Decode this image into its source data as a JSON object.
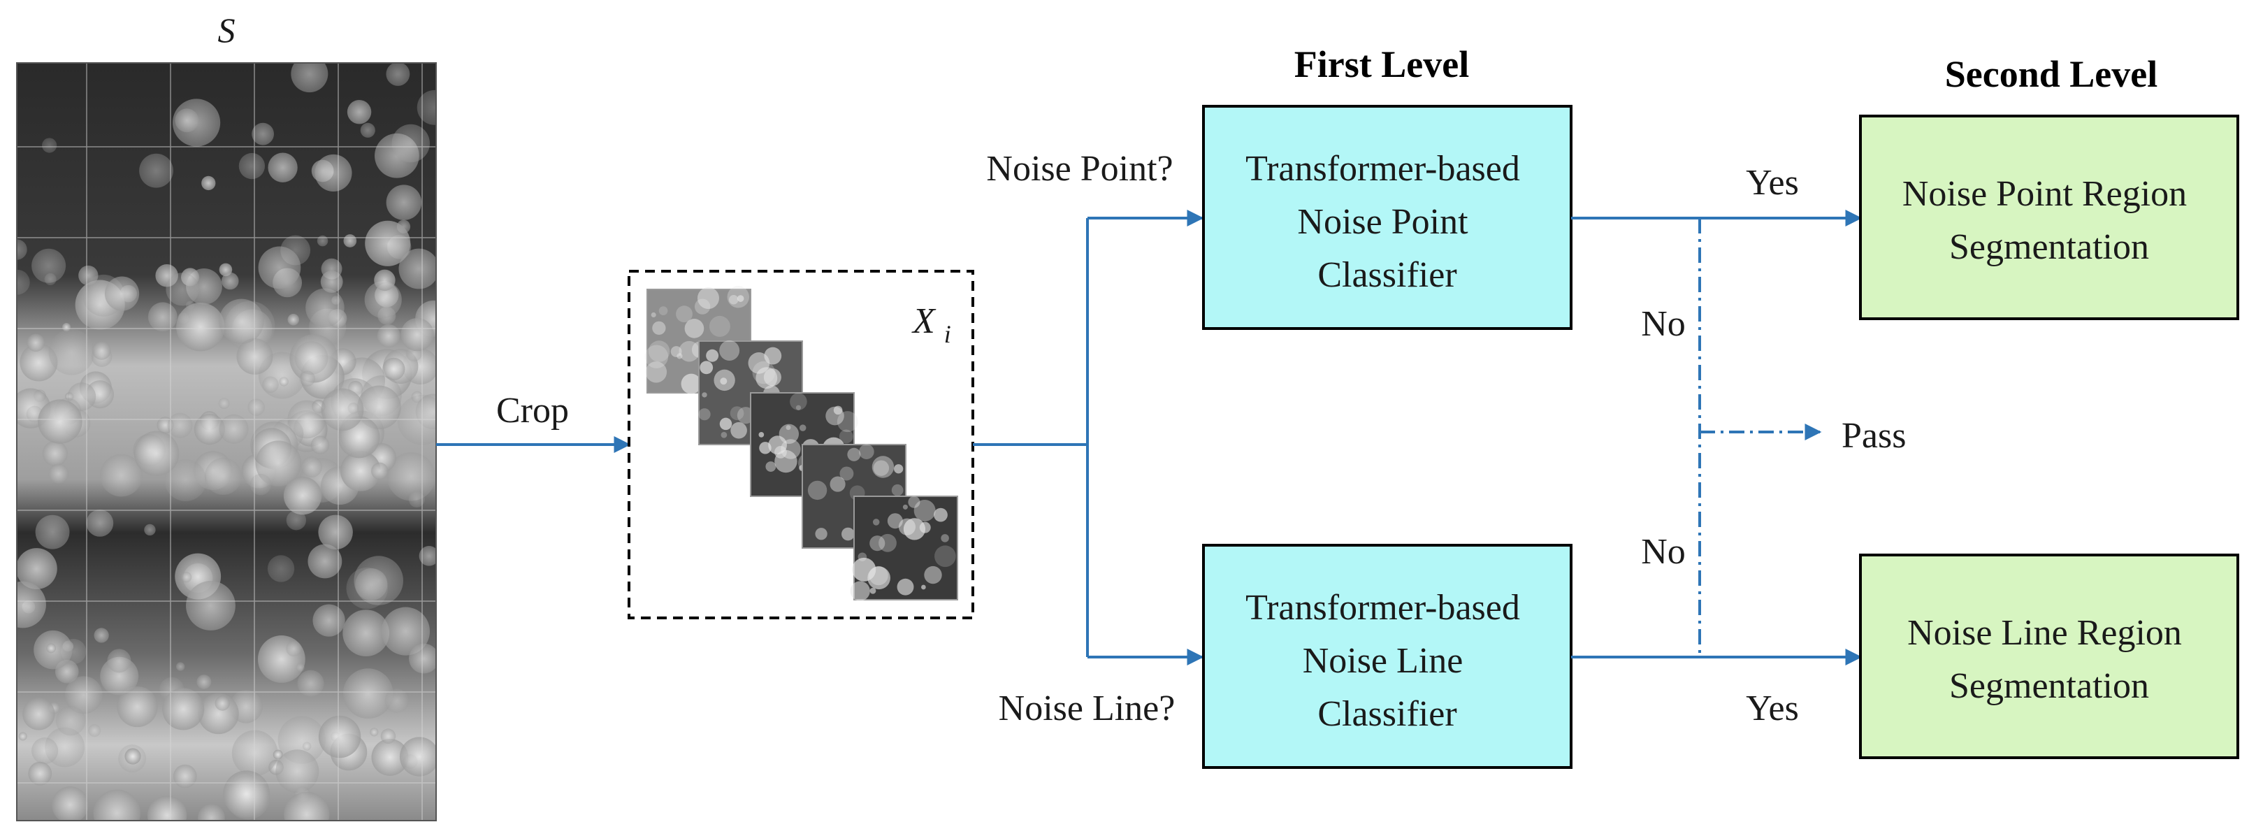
{
  "labels": {
    "source_symbol": "S",
    "crop": "Crop",
    "patch_symbol": "X",
    "patch_subscript": "i",
    "first_level": "First Level",
    "second_level": "Second Level",
    "noise_point_question": "Noise Point?",
    "noise_line_question": "Noise Line?",
    "yes_top": "Yes",
    "yes_bottom": "Yes",
    "no_top": "No",
    "no_bottom": "No",
    "pass": "Pass"
  },
  "boxes": {
    "point_classifier": [
      "Transformer-based",
      "Noise Point",
      "Classifier"
    ],
    "line_classifier": [
      "Transformer-based",
      "Noise Line",
      "Classifier"
    ],
    "point_segmentation": [
      "Noise Point Region",
      "Segmentation"
    ],
    "line_segmentation": [
      "Noise Line Region",
      "Segmentation"
    ]
  },
  "colors": {
    "arrow": "#2e75b6",
    "classifier_fill": "#b3f7f7",
    "segmentation_fill": "#d7f5c1",
    "border": "#000000",
    "text": "#1a1a1a"
  }
}
